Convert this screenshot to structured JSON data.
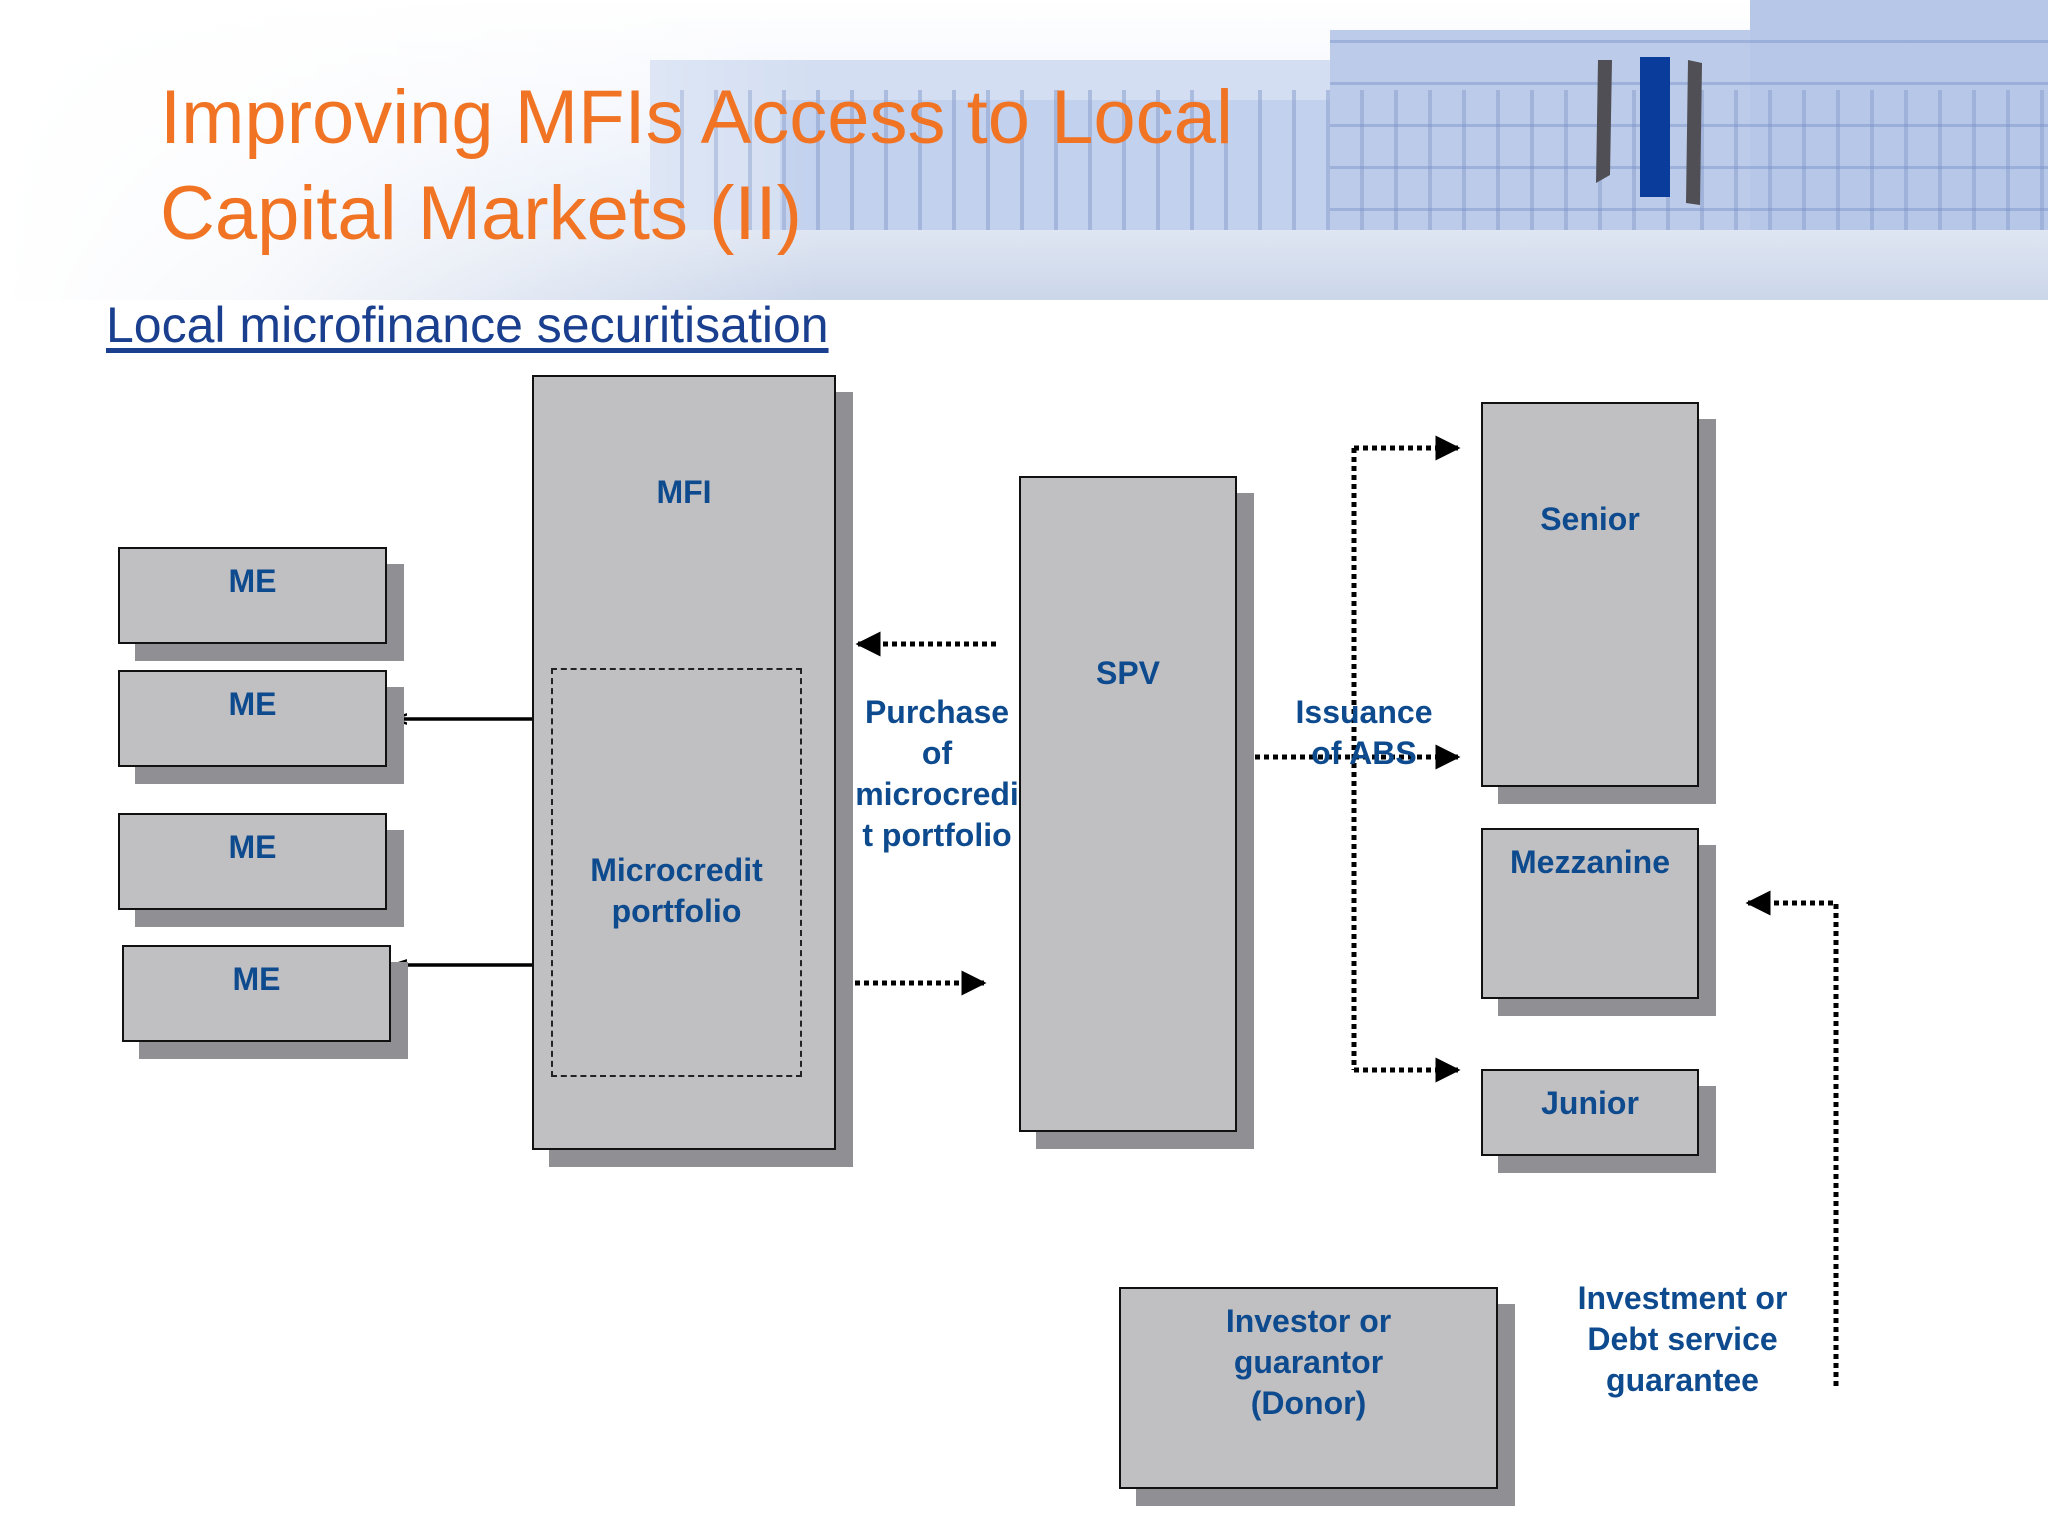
{
  "slide": {
    "title_line1": "Improving MFIs Access to Local",
    "title_line2": "Capital Markets (II)",
    "subtitle": "Local microfinance securitisation"
  },
  "diagram": {
    "mfi": "MFI",
    "microcredit_line1": "Microcredit",
    "microcredit_line2": "portfolio",
    "me_labels": [
      "ME",
      "ME",
      "ME",
      "ME"
    ],
    "spv": "SPV",
    "purchase_lines": [
      "Purchase",
      "of",
      "microcredi",
      "t portfolio"
    ],
    "issuance_lines": [
      "Issuance",
      "of ABS"
    ],
    "tranches": {
      "senior": "Senior",
      "mezzanine": "Mezzanine",
      "junior": "Junior"
    },
    "investor_lines": [
      "Investor or",
      "guarantor",
      "(Donor)"
    ],
    "guarantee_lines": [
      "Investment or",
      "Debt service",
      "guarantee"
    ]
  },
  "colors": {
    "title": "#f07424",
    "subtitle": "#1a3f8f",
    "label": "#0d4a8e",
    "box_fill": "#c0bfc2",
    "box_shadow": "#909094"
  }
}
